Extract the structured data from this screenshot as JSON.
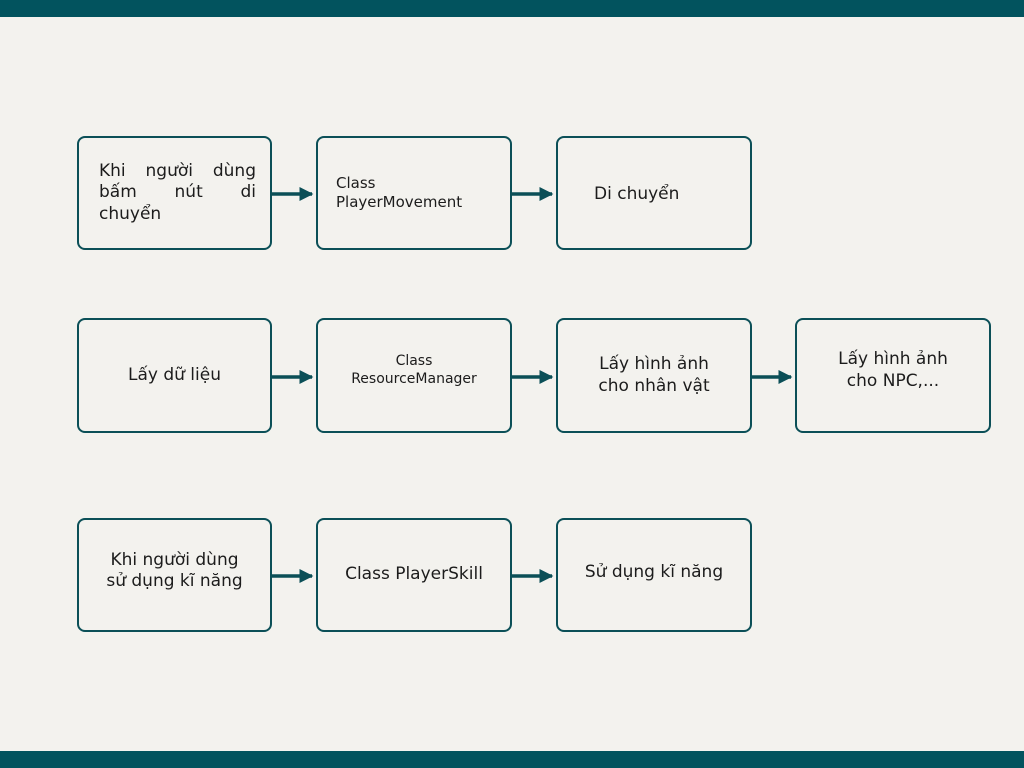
{
  "colors": {
    "accent": "#02535e",
    "border": "#0b4f57",
    "background": "#f3f2ee"
  },
  "rows": [
    {
      "nodes": [
        {
          "label": "Khi người dùng bấm nút di chuyển"
        },
        {
          "label": "Class\nPlayerMovement"
        },
        {
          "label": "Di chuyển"
        }
      ]
    },
    {
      "nodes": [
        {
          "label": "Lấy dữ liệu"
        },
        {
          "label": "Class\nResourceManager"
        },
        {
          "label": "Lấy hình ảnh\ncho nhân vật"
        },
        {
          "label": "Lấy hình ảnh\ncho NPC,..."
        }
      ]
    },
    {
      "nodes": [
        {
          "label": "Khi người dùng\nsử dụng kĩ năng"
        },
        {
          "label": "Class PlayerSkill"
        },
        {
          "label": "Sử dụng kĩ năng"
        }
      ]
    }
  ]
}
